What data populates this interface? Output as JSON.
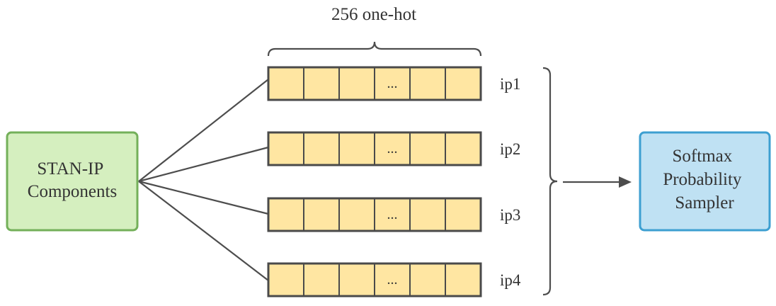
{
  "header": {
    "brace_label": "256 one-hot"
  },
  "source_box": {
    "line1": "STAN-IP",
    "line2": "Components",
    "fill": "#d5efbf",
    "stroke": "#74b05a"
  },
  "target_box": {
    "line1": "Softmax",
    "line2": "Probability",
    "line3": "Sampler",
    "fill": "#bfe1f3",
    "stroke": "#3d9fd1"
  },
  "vectors": [
    {
      "label": "ip1",
      "cells": [
        "",
        "",
        "",
        "...",
        "",
        ""
      ]
    },
    {
      "label": "ip2",
      "cells": [
        "",
        "",
        "",
        "...",
        "",
        ""
      ]
    },
    {
      "label": "ip3",
      "cells": [
        "",
        "",
        "",
        "...",
        "",
        ""
      ]
    },
    {
      "label": "ip4",
      "cells": [
        "",
        "",
        "",
        "...",
        "",
        ""
      ]
    }
  ],
  "colors": {
    "cell_fill": "#ffe6a2",
    "line": "#4d4d4d",
    "text": "#333333"
  }
}
